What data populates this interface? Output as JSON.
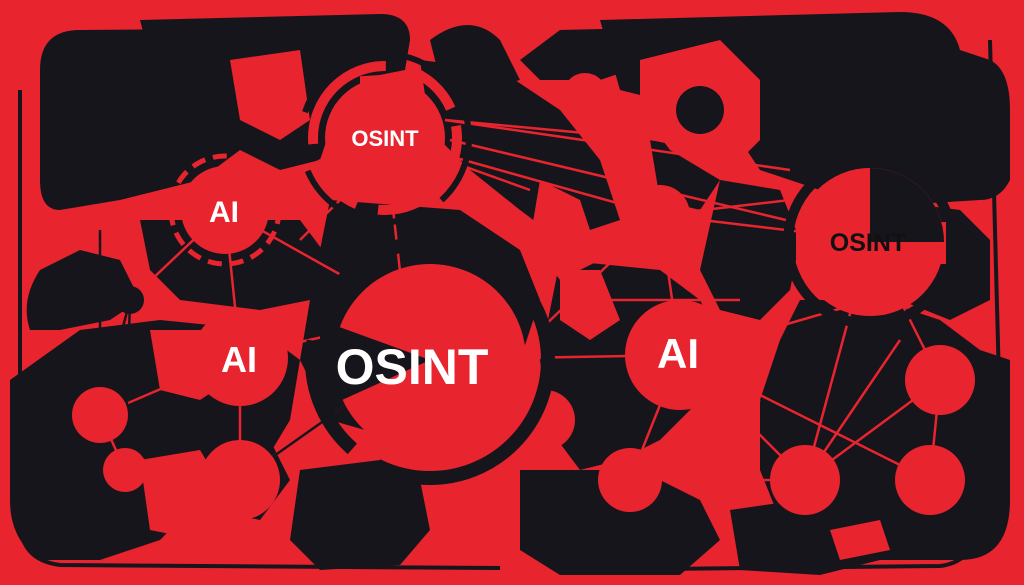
{
  "colors": {
    "background": "#e8242f",
    "dark": "#17151c",
    "node_red": "#e8242f",
    "text_light": "#ffffff",
    "text_dark": "#111111"
  },
  "labels": {
    "osint_top": "OSINT",
    "ai_left": "AI",
    "ai_mid_left": "AI",
    "osint_center": "OSINT",
    "ai_right": "AI",
    "osint_right": "OSINT"
  }
}
